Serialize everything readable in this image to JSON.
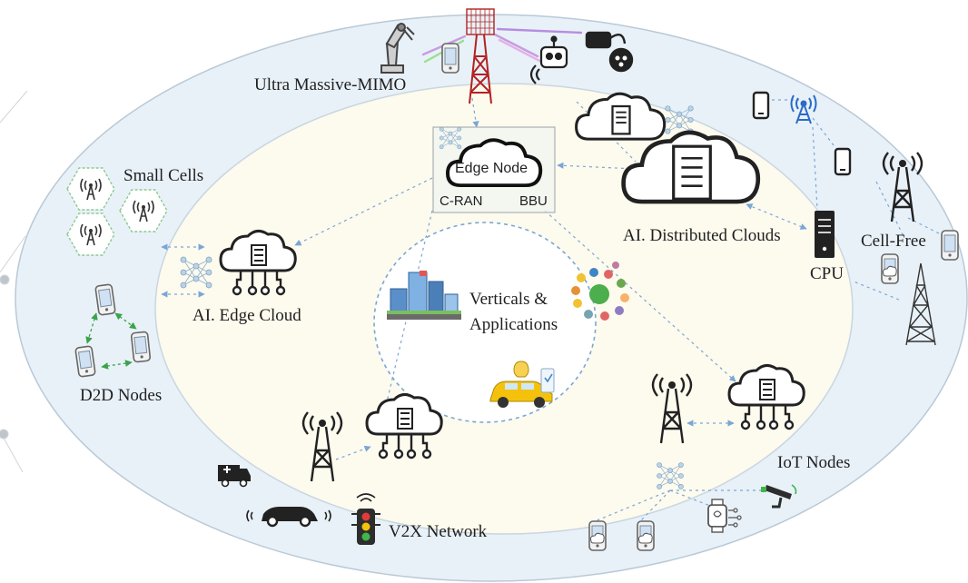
{
  "labels": {
    "ultra_massive_mimo": "Ultra Massive-MIMO",
    "small_cells": "Small Cells",
    "edge_node": "Edge Node",
    "c_ran": "C-RAN",
    "bbu": "BBU",
    "ai_distributed_clouds": "AI. Distributed Clouds",
    "cell_free": "Cell-Free",
    "cpu": "CPU",
    "ai_edge_cloud": "AI. Edge Cloud",
    "verticals": "Verticals &",
    "applications": "Applications",
    "d2d_nodes": "D2D Nodes",
    "iot_nodes": "IoT Nodes",
    "v2x_network": "V2X Network"
  },
  "colors": {
    "outer_ring": "#e8f1f8",
    "inner_ring": "#fdfaee",
    "center": "#ffffff",
    "link_blue": "#7aa6d6",
    "link_green": "#3aa34a",
    "icon_dark": "#222222",
    "tower_red": "#b22222"
  },
  "icons": [
    "tower-icon",
    "robot-arm-icon",
    "phone-icon",
    "robot-icon",
    "vr-headset-icon",
    "cloud-server-icon",
    "neural-network-icon",
    "small-cell-icon",
    "cloud-iot-icon",
    "city-icon",
    "apps-cluster-icon",
    "smart-car-icon",
    "ambulance-icon",
    "car-icon",
    "traffic-light-icon",
    "smartwatch-icon",
    "security-camera-icon",
    "cpu-server-icon"
  ]
}
